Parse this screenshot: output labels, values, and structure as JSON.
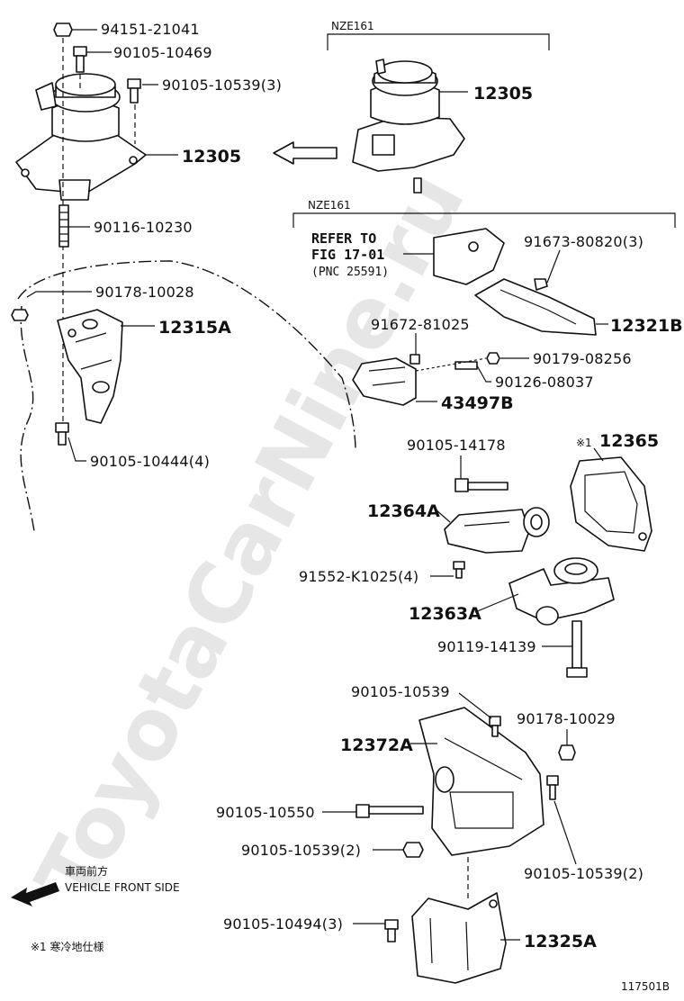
{
  "watermark": "ToyotaCarNine.ru",
  "figure_number": "117501B",
  "groups": {
    "nze161_top": "NZE161",
    "nze161_mid": "NZE161"
  },
  "refer": {
    "line1": "REFER TO",
    "line2": "FIG 17-01",
    "line3": "(PNC 25591)"
  },
  "labels": {
    "p94151_21041": "94151-21041",
    "p90105_10469": "90105-10469",
    "p90105_10539_3_top": "90105-10539(3)",
    "p12305_top": "12305",
    "p12305_left": "12305",
    "p90116_10230": "90116-10230",
    "p91673_80820_3": "91673-80820(3)",
    "p90178_10028": "90178-10028",
    "p12315A": "12315A",
    "p12321B": "12321B",
    "p91672_81025": "91672-81025",
    "p90179_08256": "90179-08256",
    "p90126_08037": "90126-08037",
    "p43497B": "43497B",
    "p90105_10444_4": "90105-10444(4)",
    "p90105_14178": "90105-14178",
    "p12365_mark": "※1",
    "p12365": "12365",
    "p12364A": "12364A",
    "p91552_K1025_4": "91552-K1025(4)",
    "p12363A": "12363A",
    "p90119_14139": "90119-14139",
    "p90105_10539_mid": "90105-10539",
    "p90178_10029": "90178-10029",
    "p12372A": "12372A",
    "p90105_10550": "90105-10550",
    "p90105_10539_2_left": "90105-10539(2)",
    "p90105_10539_2_right": "90105-10539(2)",
    "p90105_10494_3": "90105-10494(3)",
    "p12325A": "12325A"
  },
  "legend": {
    "front_jp": "車両前方",
    "front_en": "VEHICLE FRONT SIDE",
    "note": "※1 寒冷地仕様"
  }
}
